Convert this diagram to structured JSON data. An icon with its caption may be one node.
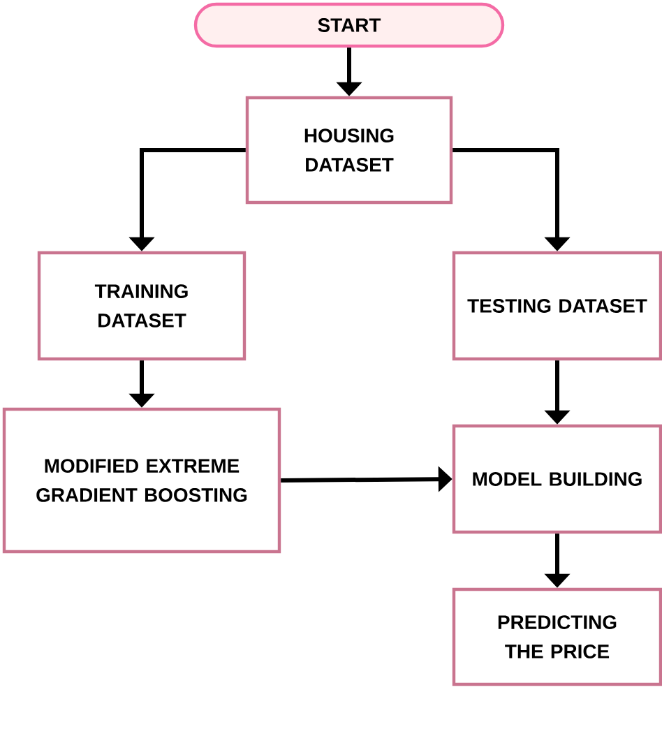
{
  "diagram": {
    "nodes": [
      {
        "text": [
          "START"
        ]
      },
      {
        "text": [
          "HOUSING DATASET"
        ]
      },
      {
        "text": [
          "TRAINING DATASET"
        ]
      },
      {
        "text": [
          "TESTING DATASET"
        ]
      },
      {
        "text": [
          "MODIFIED EXTREME GRADIENT BOOSTING"
        ]
      },
      {
        "text": [
          "MODEL BUILDING"
        ]
      },
      {
        "text": [
          "PREDICTING THE PRICE"
        ]
      }
    ],
    "edges": [
      {
        "from": 0,
        "to": 1,
        "arrow": "to"
      },
      {
        "from": 1,
        "to": 2,
        "arrow": "to"
      },
      {
        "from": 1,
        "to": 3,
        "arrow": "to"
      },
      {
        "from": 2,
        "to": 4,
        "arrow": "to"
      },
      {
        "from": 3,
        "to": 5,
        "arrow": "to"
      },
      {
        "from": 4,
        "to": 5,
        "arrow": "to"
      },
      {
        "from": 5,
        "to": 6,
        "arrow": "to"
      }
    ]
  }
}
